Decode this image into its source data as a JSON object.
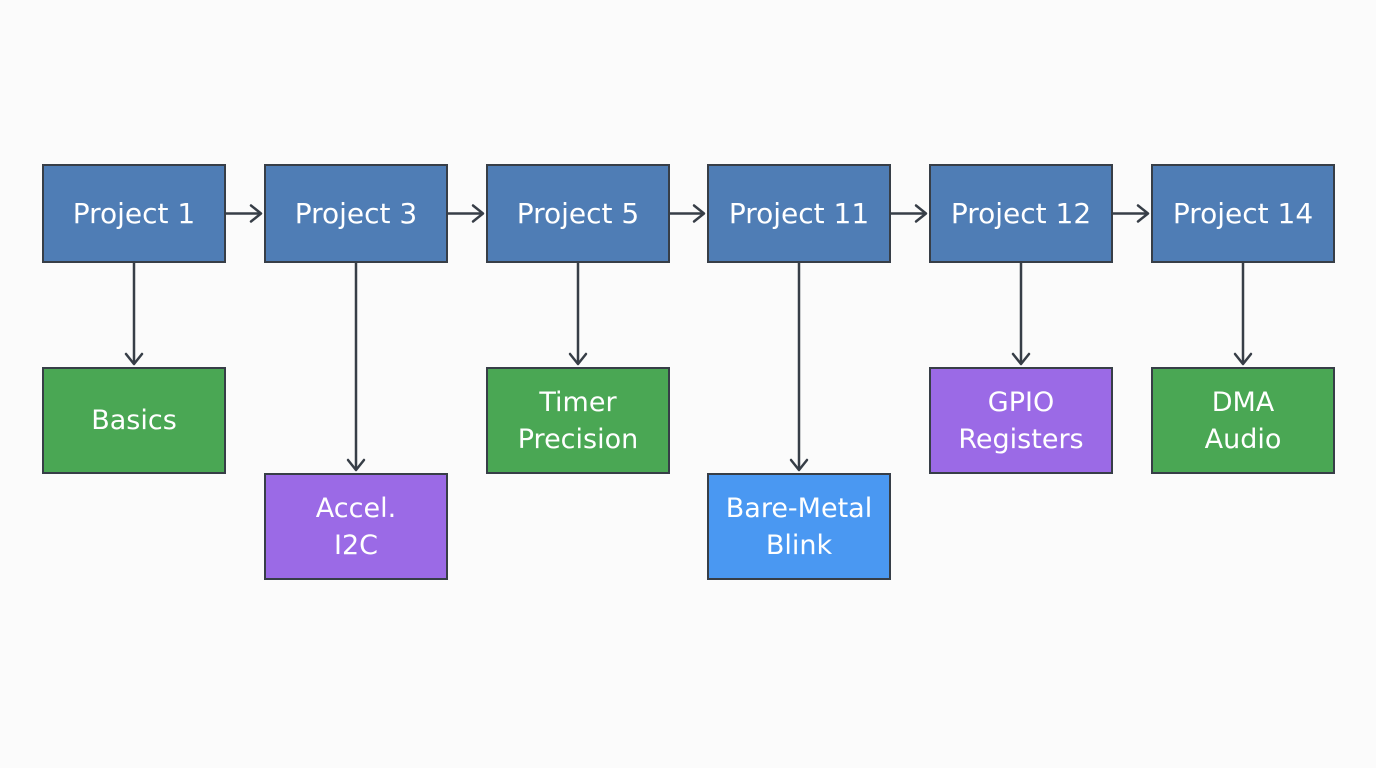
{
  "colors": {
    "project": "#4f7db5",
    "topic_green": "#4aa754",
    "topic_purple": "#9b6ae6",
    "topic_blue": "#4a98f2",
    "edge": "#373e47",
    "background": "#fbfbfb"
  },
  "projects": [
    {
      "id": "p1",
      "label": "Project 1"
    },
    {
      "id": "p3",
      "label": "Project 3"
    },
    {
      "id": "p5",
      "label": "Project 5"
    },
    {
      "id": "p11",
      "label": "Project 11"
    },
    {
      "id": "p12",
      "label": "Project 12"
    },
    {
      "id": "p14",
      "label": "Project 14"
    }
  ],
  "topics": [
    {
      "id": "t1",
      "lines": [
        "Basics"
      ],
      "color": "topic_green"
    },
    {
      "id": "t3",
      "lines": [
        "Accel.",
        "I2C"
      ],
      "color": "topic_purple"
    },
    {
      "id": "t5",
      "lines": [
        "Timer",
        "Precision"
      ],
      "color": "topic_green"
    },
    {
      "id": "t11",
      "lines": [
        "Bare-Metal",
        "Blink"
      ],
      "color": "topic_blue"
    },
    {
      "id": "t12",
      "lines": [
        "GPIO",
        "Registers"
      ],
      "color": "topic_purple"
    },
    {
      "id": "t14",
      "lines": [
        "DMA",
        "Audio"
      ],
      "color": "topic_green"
    }
  ],
  "edges": [
    {
      "from": "p1",
      "to": "p3"
    },
    {
      "from": "p3",
      "to": "p5"
    },
    {
      "from": "p5",
      "to": "p11"
    },
    {
      "from": "p11",
      "to": "p12"
    },
    {
      "from": "p12",
      "to": "p14"
    },
    {
      "from": "p1",
      "to": "t1"
    },
    {
      "from": "p3",
      "to": "t3"
    },
    {
      "from": "p5",
      "to": "t5"
    },
    {
      "from": "p11",
      "to": "t11"
    },
    {
      "from": "p12",
      "to": "t12"
    },
    {
      "from": "p14",
      "to": "t14"
    }
  ]
}
